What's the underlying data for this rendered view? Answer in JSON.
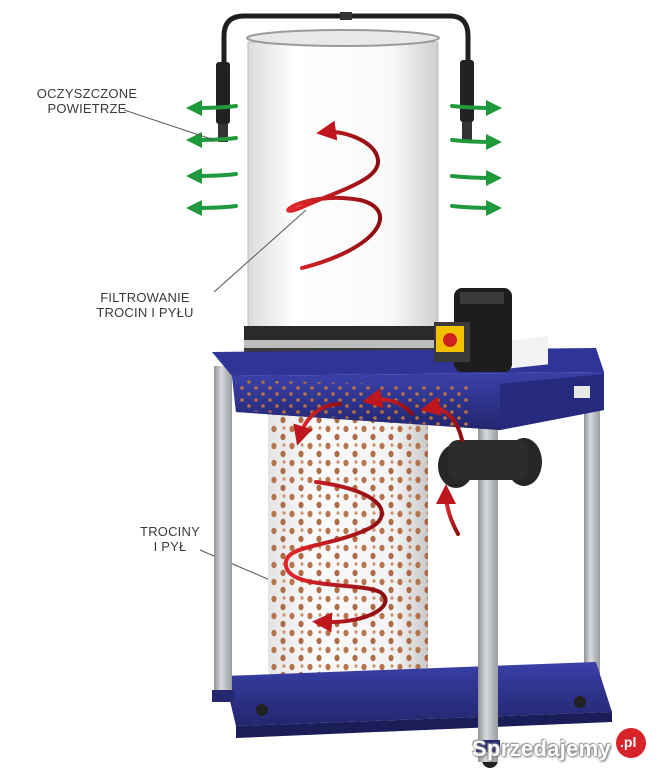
{
  "labels": {
    "cleaned_air": "OCZYSZCZONE\nPOWIETRZE",
    "filtering": "FILTROWANIE\nTROCIN I PYŁU",
    "dust": "TROCINY\nI PYŁ"
  },
  "watermark": {
    "brand": "Sprzedajemy",
    "tld": ".pl"
  },
  "colors": {
    "frame_blue": "#2b2f86",
    "leg_grey": "#b9bcc0",
    "flow_red": "#c0161d",
    "air_green": "#1e9a3c",
    "filter_white": "#f6f6f6",
    "dust_brown": "#b0704a",
    "watermark_red": "#d8232a"
  },
  "icons": [
    "air-out-arrow-icon",
    "spiral-flow-arrow-icon",
    "motor-icon",
    "switch-icon"
  ]
}
